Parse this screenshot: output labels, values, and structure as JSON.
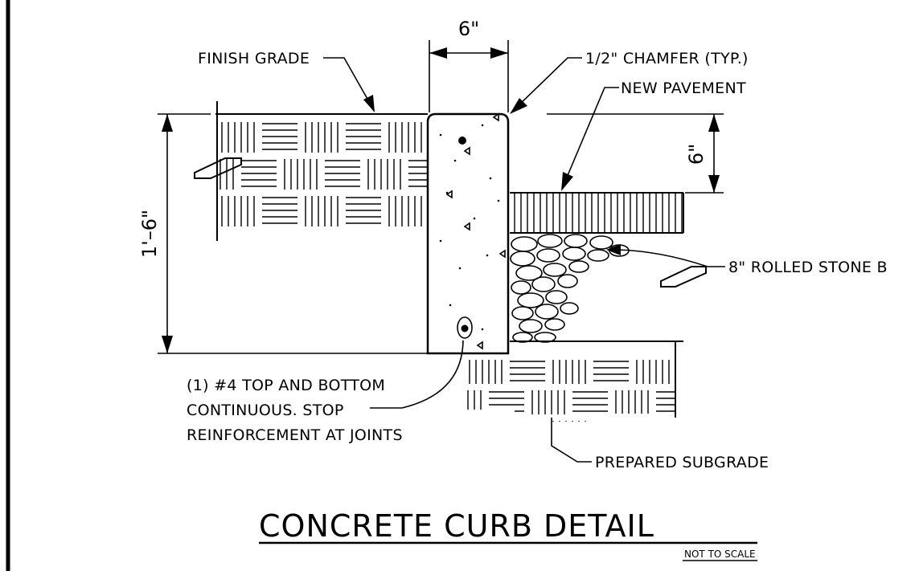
{
  "labels": {
    "finish_grade": "FINISH GRADE",
    "chamfer": "1/2\" CHAMFER (TYP.)",
    "new_pavement": "NEW PAVEMENT",
    "stone_base": "8\" ROLLED STONE B",
    "rebar_line1": "(1) #4 TOP AND BOTTOM",
    "rebar_line2": "CONTINUOUS.  STOP",
    "rebar_line3": "REINFORCEMENT AT JOINTS",
    "subgrade": "PREPARED SUBGRADE"
  },
  "dimensions": {
    "curb_width": "6\"",
    "curb_reveal": "6\"",
    "curb_height": "1'–6\""
  },
  "title": {
    "main": "CONCRETE CURB DETAIL",
    "scale_note": "NOT TO SCALE"
  }
}
